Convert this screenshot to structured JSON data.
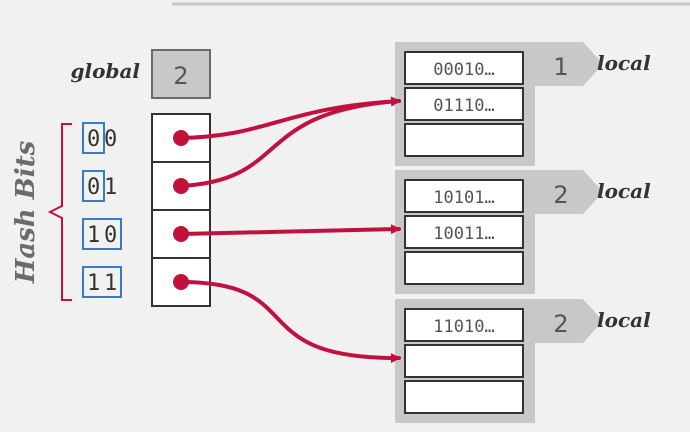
{
  "global": {
    "label": "global",
    "depth": "2"
  },
  "axis_label": "Hash Bits",
  "directory": [
    {
      "bits": [
        "0",
        "0"
      ]
    },
    {
      "bits": [
        "0",
        "1"
      ]
    },
    {
      "bits": [
        "1",
        "0"
      ]
    },
    {
      "bits": [
        "1",
        "1"
      ]
    }
  ],
  "buckets": [
    {
      "local_depth": "1",
      "local_label": "local",
      "entries": [
        "00010…",
        "01110…",
        ""
      ]
    },
    {
      "local_depth": "2",
      "local_label": "local",
      "entries": [
        "10101…",
        "10011…",
        ""
      ]
    },
    {
      "local_depth": "2",
      "local_label": "local",
      "entries": [
        "11010…",
        "",
        ""
      ]
    }
  ],
  "colors": {
    "accent": "#c0113f",
    "bit_highlight": "#3a78c9",
    "bucket_gray": "#c8c8c8",
    "text_gray": "#6b6b6b",
    "dark_text": "#333333"
  }
}
